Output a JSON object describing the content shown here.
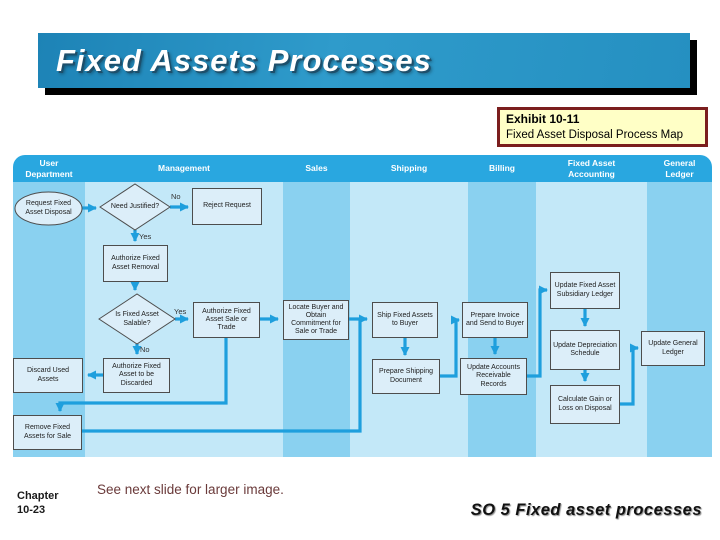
{
  "slide": {
    "title": "Fixed Assets Processes",
    "exhibit": {
      "label": "Exhibit 10-11",
      "caption": "Fixed Asset Disposal Process Map"
    },
    "footer": {
      "chapter_line1": "Chapter",
      "chapter_line2": "10-23",
      "note": "See next slide for larger image.",
      "so_label": "SO 5  Fixed asset processes"
    }
  },
  "flowchart": {
    "lanes": [
      "User Department",
      "Management",
      "Sales",
      "Shipping",
      "Billing",
      "Fixed Asset Accounting",
      "General Ledger"
    ],
    "nodes": {
      "request_disposal": "Request Fixed Asset Disposal",
      "need_justified": "Need Justified?",
      "reject_request": "Reject Request",
      "authorize_removal": "Authorize Fixed Asset Removal",
      "is_salable": "Is Fixed Asset Salable?",
      "authorize_sale": "Authorize Fixed Asset Sale or Trade",
      "locate_buyer": "Locate Buyer and Obtain Commitment for Sale or Trade",
      "ship_assets": "Ship Fixed Assets to Buyer",
      "prepare_invoice": "Prepare Invoice and Send to Buyer",
      "update_subsidiary": "Update Fixed Asset Subsidiary Ledger",
      "update_general_ledger": "Update General Ledger",
      "discard_assets": "Discard Used Assets",
      "authorize_discard": "Authorize Fixed Asset to be Discarded",
      "prepare_shipping": "Prepare Shipping Document",
      "update_ar": "Update Accounts Receivable Records",
      "update_depreciation": "Update Depreciation Schedule",
      "calculate_gain": "Calculate Gain or Loss on Disposal",
      "remove_assets": "Remove Fixed Assets for Sale"
    },
    "decision_labels": {
      "no_justified": "No",
      "yes_justified": "Yes",
      "yes_salable": "Yes",
      "no_salable": "No"
    }
  },
  "colors": {
    "title_bar_blue": "#2590c1",
    "header_bar_blue": "#29a7e0",
    "lane_dark_blue": "#8ad1f0",
    "lane_light_blue": "#c3e8f8",
    "arrow_blue": "#1e9fdd",
    "node_fill": "#dceef9",
    "exhibit_bg": "#ffffc6",
    "exhibit_border": "#7b1e1e",
    "note_text": "#6a3a3a"
  }
}
